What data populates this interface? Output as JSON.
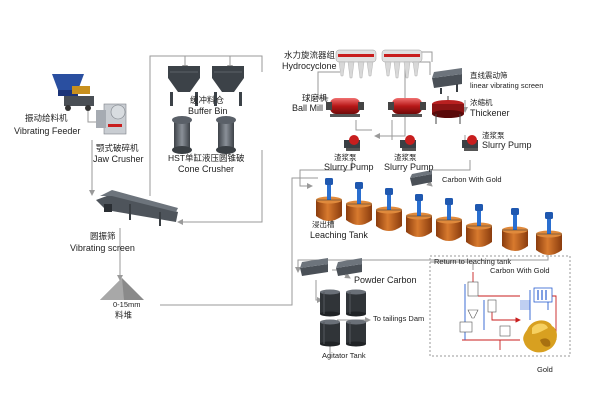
{
  "labels": {
    "vibrating_feeder_cn": "振动给料机",
    "vibrating_feeder_en": "Vibrating Feeder",
    "jaw_crusher_cn": "颚式破碎机",
    "jaw_crusher_en": "Jaw Crusher",
    "buffer_bin_cn": "缓冲料仓",
    "buffer_bin_en": "Buffer Bin",
    "cone_crusher_cn": "HST单缸液压圆锥破",
    "cone_crusher_en": "Cone Crusher",
    "vibrating_screen_cn": "圆振筛",
    "vibrating_screen_en": "Vibrating screen",
    "stockpile_size": "0-15mm",
    "stockpile_cn": "料堆",
    "hydrocyclone_cn": "水力旋流器组",
    "hydrocyclone_en": "Hydrocyclone",
    "ball_mill_cn": "球磨机",
    "ball_mill_en": "Ball Mill",
    "linear_screen_cn": "直线震动筛",
    "linear_screen_en": "linear vibrating screen",
    "thickener_cn": "浓缩机",
    "thickener_en": "Thickener",
    "slurry_pump_cn_1": "渣浆泵",
    "slurry_pump_en_1": "Slurry Pump",
    "slurry_pump_cn_2": "渣浆泵",
    "slurry_pump_en_2": "Slurry Pump",
    "slurry_pump_cn_3": "渣浆泵",
    "slurry_pump_en_3": "Slurry Pump",
    "carbon_with_gold_1": "Carbon With Gold",
    "leaching_tank_cn": "浸出槽",
    "leaching_tank_en": "Leaching Tank",
    "powder_carbon": "Powder Carbon",
    "to_tailings_dam": "To tailings Dam",
    "agitator_tank": "Agitator Tank",
    "return_to_leaching": "Return to leaching tank",
    "carbon_with_gold_2": "Carbon With Gold",
    "gold": "Gold"
  },
  "colors": {
    "flow_line": "#9a9a9a",
    "machine_gray": "#5a6068",
    "tank_orange": "#c8641e",
    "agitator_blue": "#2a6fd0",
    "accent_red": "#c81e1e",
    "electrowinning_blue": "#2a5fd0",
    "gold_yellow": "#d8a020"
  }
}
